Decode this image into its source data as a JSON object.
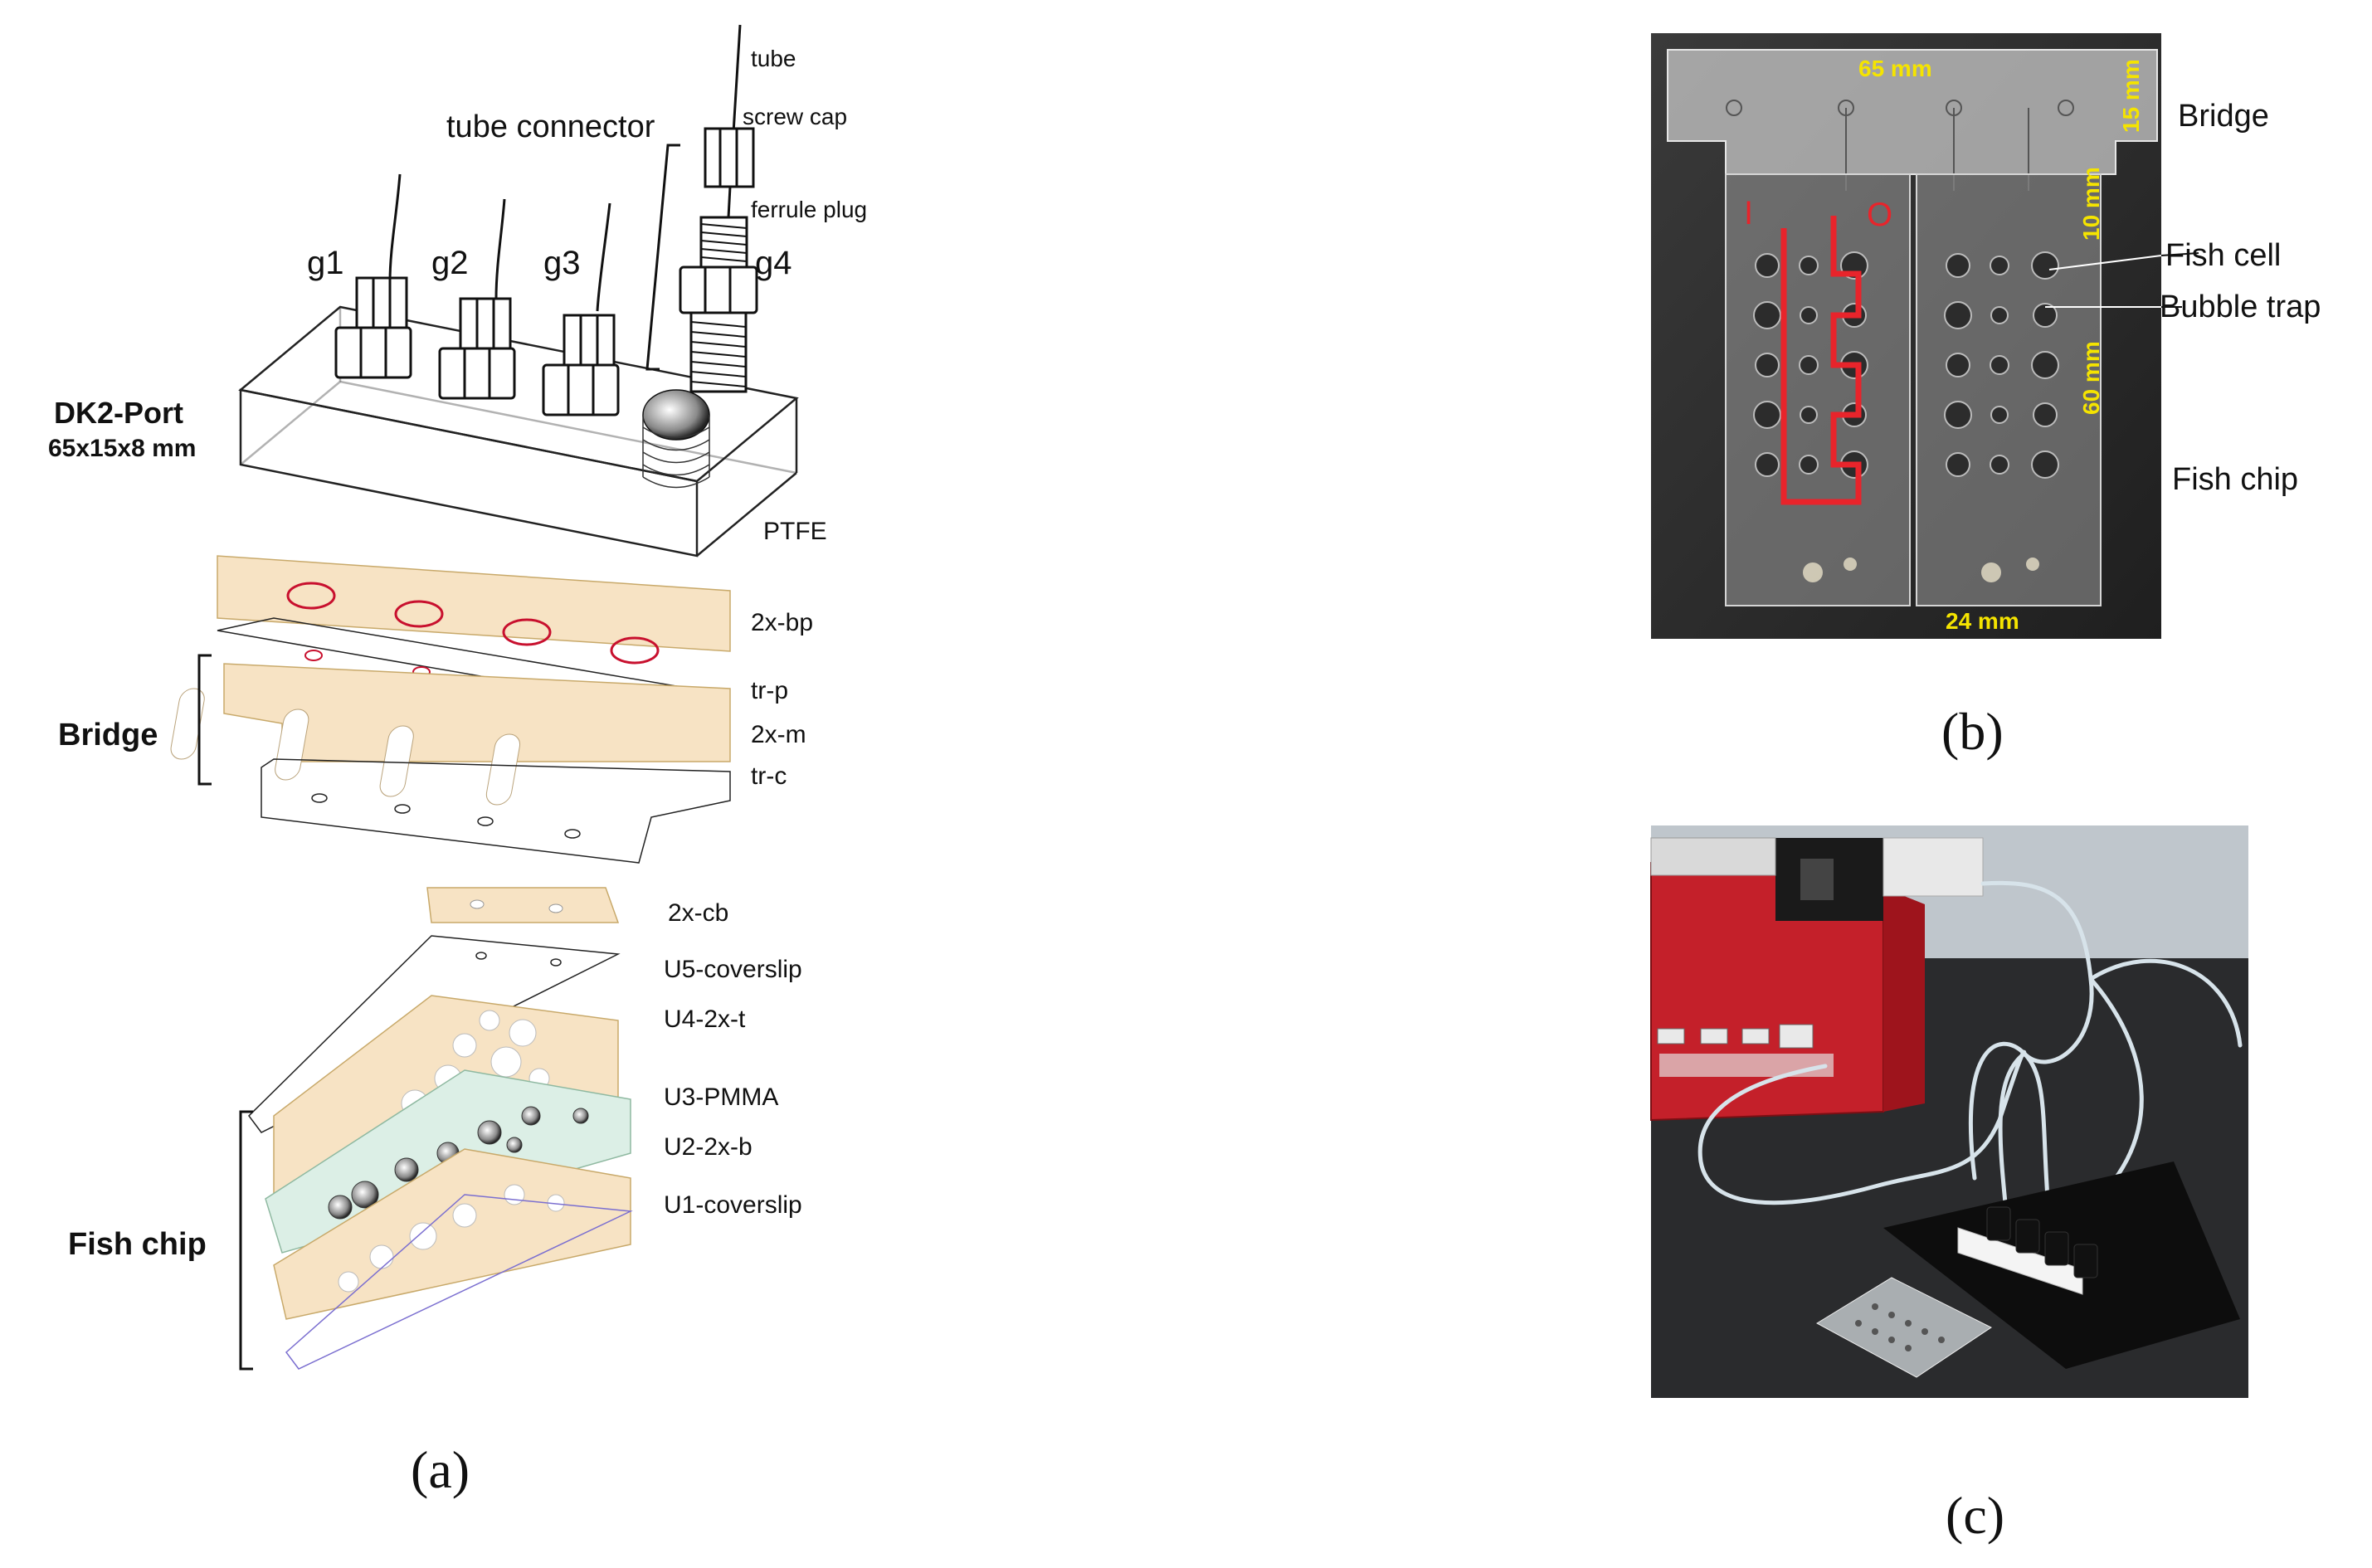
{
  "panel_a": {
    "label": "(a)",
    "tube_connector": "tube connector",
    "tube": "tube",
    "screw_cap": "screw cap",
    "ferrule_plug": "ferrule plug",
    "g1": "g1",
    "g2": "g2",
    "g3": "g3",
    "g4": "g4",
    "port_name": "DK2-Port",
    "port_size": "65x15x8 mm",
    "ptfe": "PTFE",
    "bridge": "Bridge",
    "fish_chip": "Fish chip",
    "layers": {
      "bp": "2x-bp",
      "trp": "tr-p",
      "m": "2x-m",
      "trc": "tr-c",
      "cb": "2x-cb",
      "u5": "U5-coverslip",
      "u4": "U4-2x-t",
      "u3": "U3-PMMA",
      "u2": "U2-2x-b",
      "u1": "U1-coverslip"
    }
  },
  "panel_b": {
    "label": "(b)",
    "dim_width": "65 mm",
    "dim_15": "15 mm",
    "dim_10": "10 mm",
    "dim_60": "60 mm",
    "dim_24": "24 mm",
    "mark_i": "I",
    "mark_o": "O",
    "bridge": "Bridge",
    "fish_cell": "Fish cell",
    "bubble_trap": "Bubble trap",
    "fish_chip": "Fish chip",
    "dim_color": "#f5e400",
    "path_color": "#e8242b"
  },
  "panel_c": {
    "label": "(c)"
  },
  "colors": {
    "peach": "#f7e3c4",
    "mint": "#dcefe6",
    "red_ring": "#c8102e",
    "coverslip": "#7b6fd0"
  }
}
